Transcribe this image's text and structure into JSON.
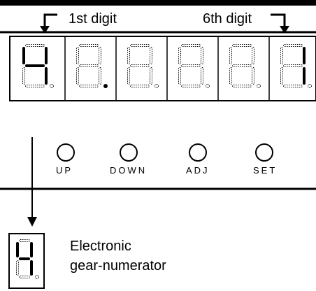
{
  "header": {
    "first_digit_label": "1st digit",
    "sixth_digit_label": "6th digit"
  },
  "display": {
    "digit_1_value": "4",
    "digit_6_value": "1",
    "lit_decimal_point": 2
  },
  "buttons": [
    {
      "label": "UP"
    },
    {
      "label": "DOWN"
    },
    {
      "label": "ADJ"
    },
    {
      "label": "SET"
    }
  ],
  "legend": {
    "digit_value": "4",
    "line1": "Electronic",
    "line2": "gear-numerator"
  }
}
